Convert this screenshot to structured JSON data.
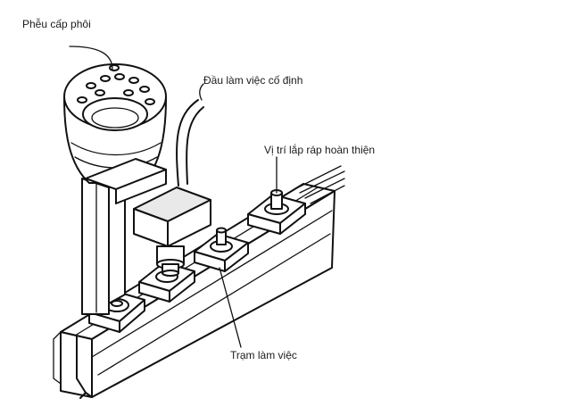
{
  "labels": {
    "hopper": "Phễu cấp phôi",
    "fixed_head": "Đầu làm việc cố định",
    "finished_position": "Vị trí lắp ráp hoàn thiện",
    "work_station": "Trạm làm việc"
  }
}
